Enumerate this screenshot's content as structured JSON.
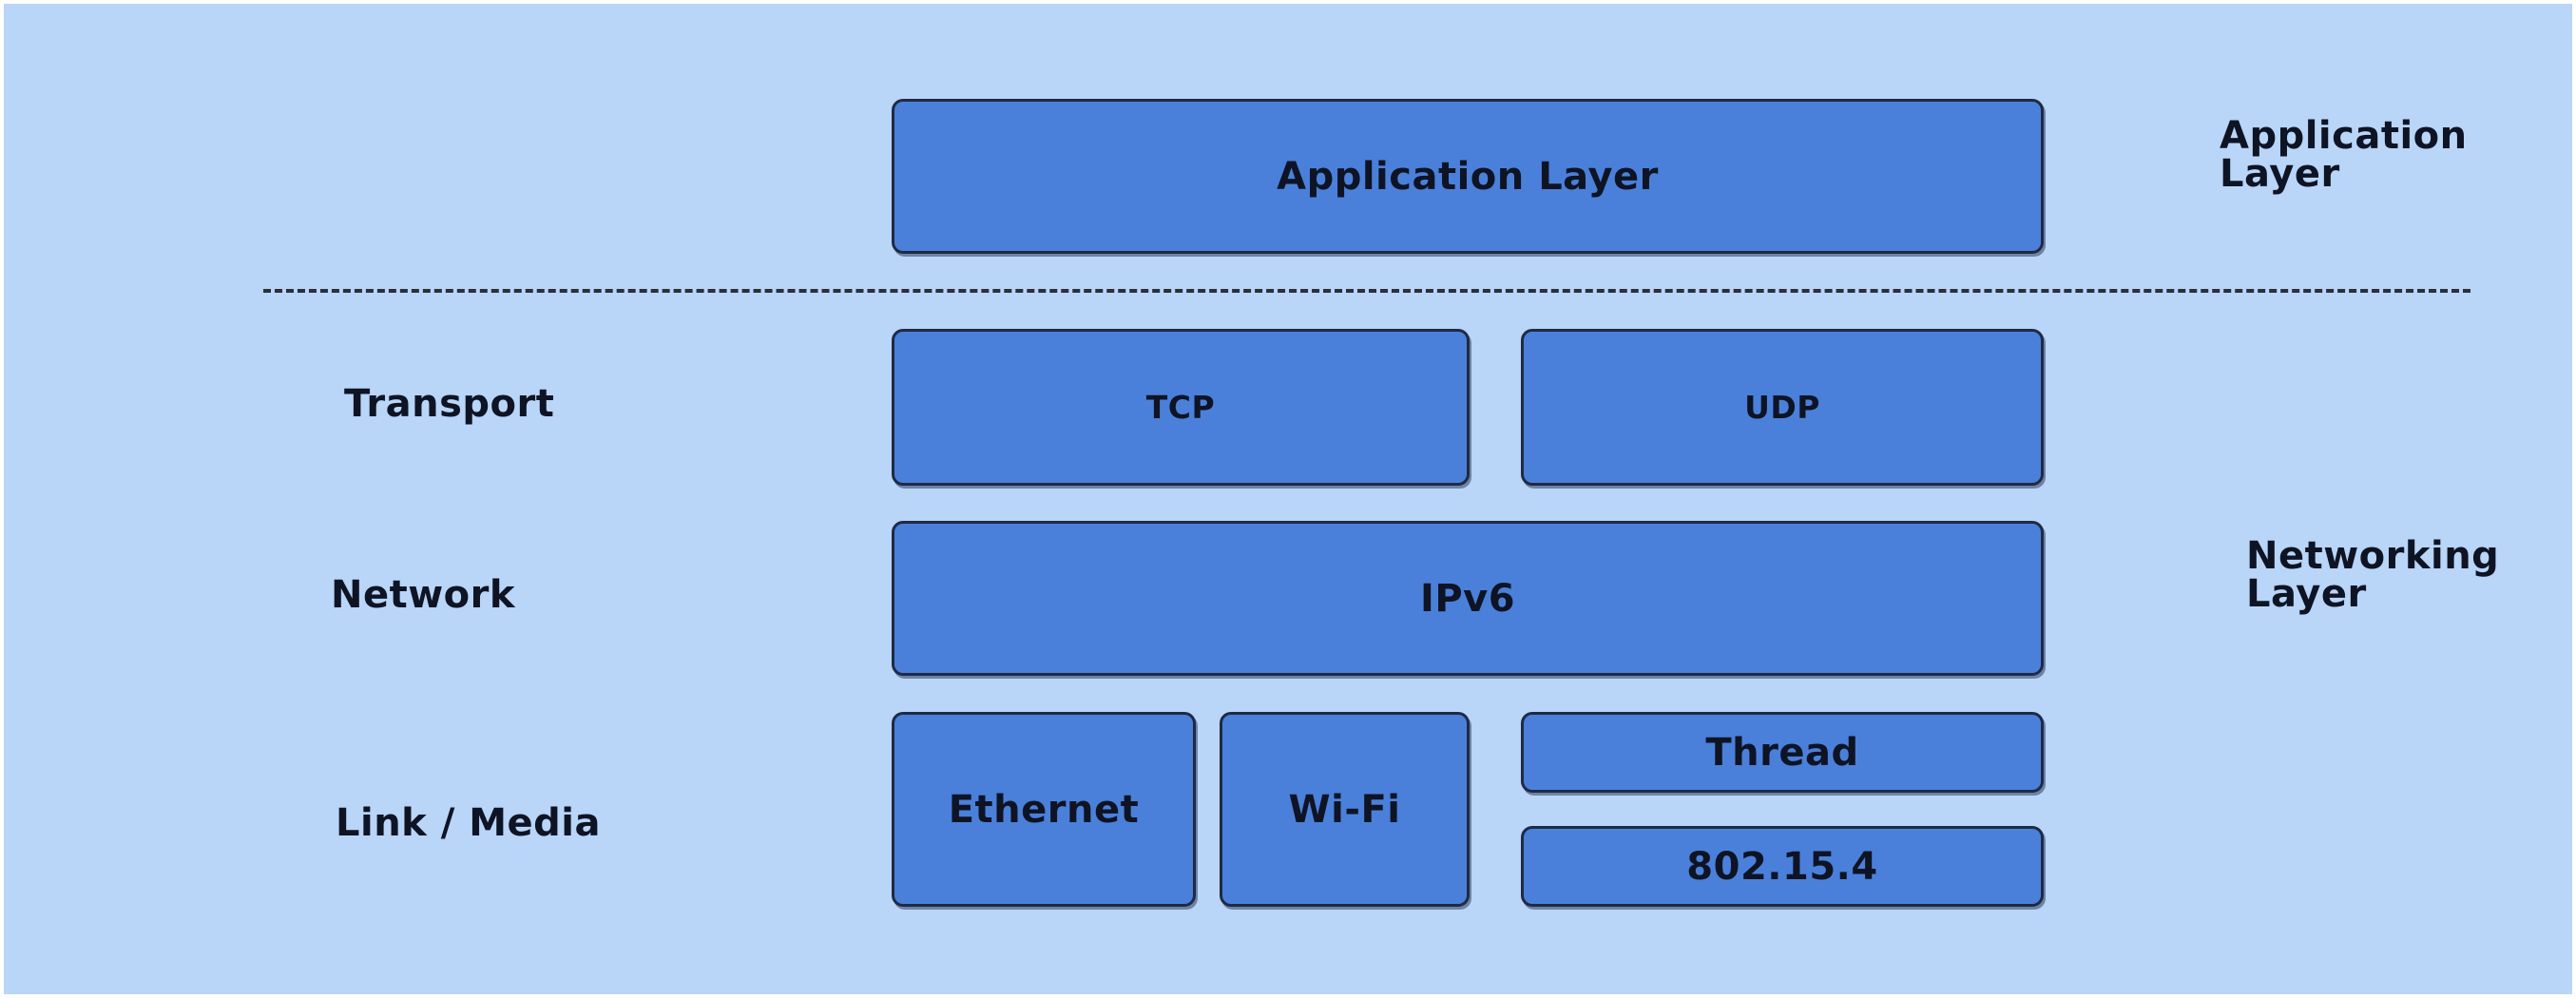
{
  "diagram": {
    "boxes": {
      "application": "Application Layer",
      "tcp": "TCP",
      "udp": "UDP",
      "ipv6": "IPv6",
      "ethernet": "Ethernet",
      "wifi": "Wi-Fi",
      "thread": "Thread",
      "ieee802154": "802.15.4"
    },
    "left_labels": {
      "transport": "Transport",
      "network": "Network",
      "link_media": "Link / Media"
    },
    "right_labels": {
      "application_layer": [
        "Application",
        "Layer"
      ],
      "networking_layer": [
        "Networking",
        "Layer"
      ]
    },
    "colors": {
      "background": "#b9d5f8",
      "box_fill": "#4a80da",
      "box_border": "#1f2a44",
      "text": "#0e1424"
    }
  }
}
